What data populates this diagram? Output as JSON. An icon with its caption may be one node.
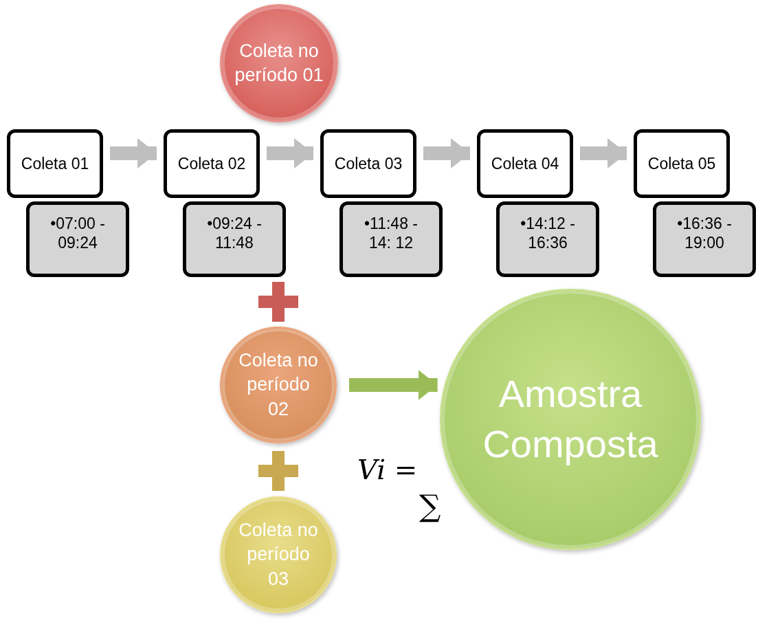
{
  "diagram": {
    "nodes": [
      {
        "text": [
          "Coleta no período 01"
        ]
      },
      {
        "text": [
          "Coleta 01"
        ]
      },
      {
        "text": [
          "•07:00 - 09:24"
        ]
      },
      {
        "text": [
          "Coleta 02"
        ]
      },
      {
        "text": [
          "•09:24 - 11:48"
        ]
      },
      {
        "text": [
          "Coleta 03"
        ]
      },
      {
        "text": [
          "•11:48 - 14: 12"
        ]
      },
      {
        "text": [
          "Coleta 04"
        ]
      },
      {
        "text": [
          "•14:12 - 16:36"
        ]
      },
      {
        "text": [
          "Coleta 05"
        ]
      },
      {
        "text": [
          "•16:36 - 19:00"
        ]
      },
      {
        "text": [
          "Coleta no período 02"
        ]
      },
      {
        "text": [
          "Amostra Composta"
        ]
      },
      {
        "text": [
          "Coleta no período 03"
        ]
      }
    ],
    "edges": [
      {
        "from": 1,
        "to": 3,
        "arrow": "to"
      },
      {
        "from": 3,
        "to": 5,
        "arrow": "to"
      },
      {
        "from": 5,
        "to": 7,
        "arrow": "to"
      },
      {
        "from": 7,
        "to": 9,
        "arrow": "to"
      },
      {
        "from": 11,
        "to": 12,
        "arrow": "to",
        "color": "#9bbb59"
      }
    ],
    "labels": [
      "Vi =",
      "∑"
    ]
  }
}
